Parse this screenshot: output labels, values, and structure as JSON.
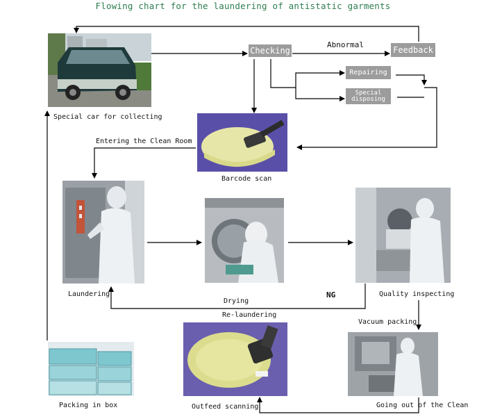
{
  "title": "Flowing chart for the laundering of antistatic garments",
  "nodes": {
    "checking": "Checking",
    "abnormal": "Abnormal",
    "feedback": "Feedback",
    "repairing": "Repairing",
    "special_line1": "Special",
    "special_line2": "disposing",
    "car": "Special car for collecting",
    "entering": "Entering the Clean Room",
    "barcode": "Barcode scan",
    "laundering": "Laundering",
    "drying": "Drying",
    "ng": "NG",
    "quality": "Quality inspecting",
    "relaundering": "Re-laundering",
    "vacuum": "Vacuum packing",
    "packing": "Packing in box",
    "outfeed": "Outfeed scanning",
    "going_out": "Going out of the Clean"
  },
  "colors": {
    "title": "#2e7d4f",
    "box": "#9c9c9c",
    "line": "#000000"
  }
}
